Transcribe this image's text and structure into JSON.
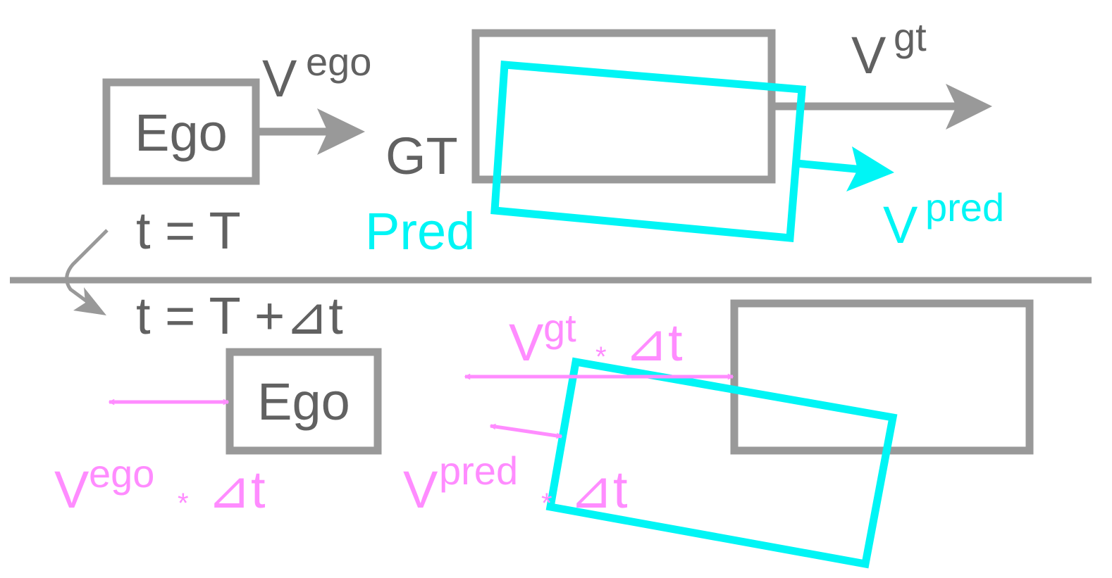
{
  "top": {
    "ego_box": "Ego",
    "v_ego": {
      "base": "V",
      "sup": "ego"
    },
    "gt_label": "GT",
    "v_gt": {
      "base": "V",
      "sup": "gt"
    },
    "pred_label": "Pred",
    "v_pred": {
      "base": "V",
      "sup": "pred"
    },
    "time": "t = T"
  },
  "bottom": {
    "time": "t = T +⊿t",
    "ego_box": "Ego",
    "v_gt_dt": {
      "base": "V",
      "sup": "gt",
      "op": "*",
      "dt": "⊿t"
    },
    "v_ego_dt": {
      "base": "V",
      "sup": "ego",
      "op": "*",
      "dt": "⊿t"
    },
    "v_pred_dt": {
      "base": "V",
      "sup": "pred",
      "op": "*",
      "dt": "⊿t"
    }
  },
  "colors": {
    "gray": "#999999",
    "text_gray": "#616161",
    "cyan": "#00f5f5",
    "pink": "#ff8cff"
  }
}
